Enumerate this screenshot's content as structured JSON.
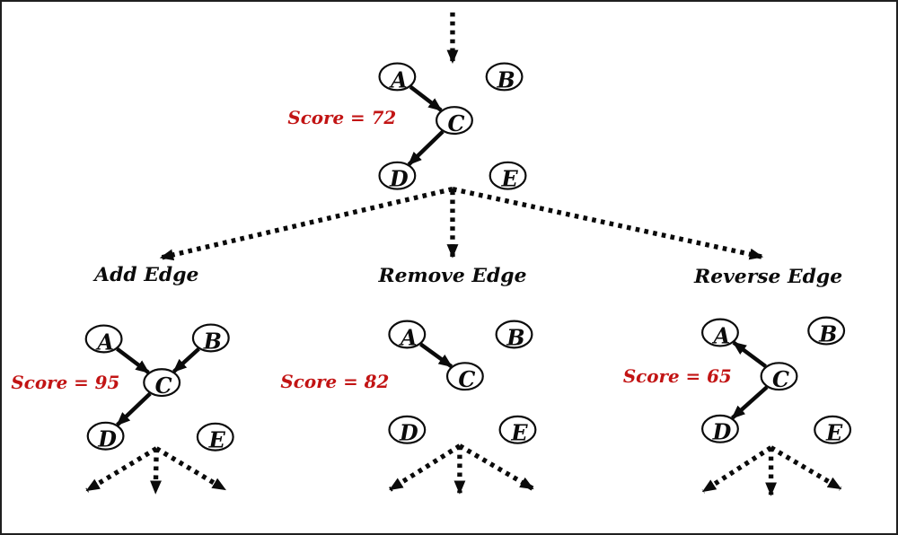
{
  "diagram": {
    "parent_graph": {
      "score_label": "Score = 72",
      "nodes": [
        "A",
        "B",
        "C",
        "D",
        "E"
      ],
      "edges": [
        {
          "from": "A",
          "to": "C"
        },
        {
          "from": "C",
          "to": "D"
        }
      ]
    },
    "operations": [
      {
        "id": "add-edge",
        "label": "Add Edge",
        "score_label": "Score = 95",
        "nodes": [
          "A",
          "B",
          "C",
          "D",
          "E"
        ],
        "edges": [
          {
            "from": "A",
            "to": "C"
          },
          {
            "from": "B",
            "to": "C"
          },
          {
            "from": "C",
            "to": "D"
          }
        ]
      },
      {
        "id": "remove-edge",
        "label": "Remove Edge",
        "score_label": "Score = 82",
        "nodes": [
          "A",
          "B",
          "C",
          "D",
          "E"
        ],
        "edges": [
          {
            "from": "A",
            "to": "C"
          }
        ]
      },
      {
        "id": "reverse-edge",
        "label": "Reverse Edge",
        "score_label": "Score = 65",
        "nodes": [
          "A",
          "B",
          "C",
          "D",
          "E"
        ],
        "edges": [
          {
            "from": "C",
            "to": "A"
          },
          {
            "from": "C",
            "to": "D"
          }
        ]
      }
    ],
    "colors": {
      "score_text": "#C21414",
      "ink": "#0B0B0B",
      "background": "#FFFFFF",
      "border": "#1F1F1F"
    }
  }
}
